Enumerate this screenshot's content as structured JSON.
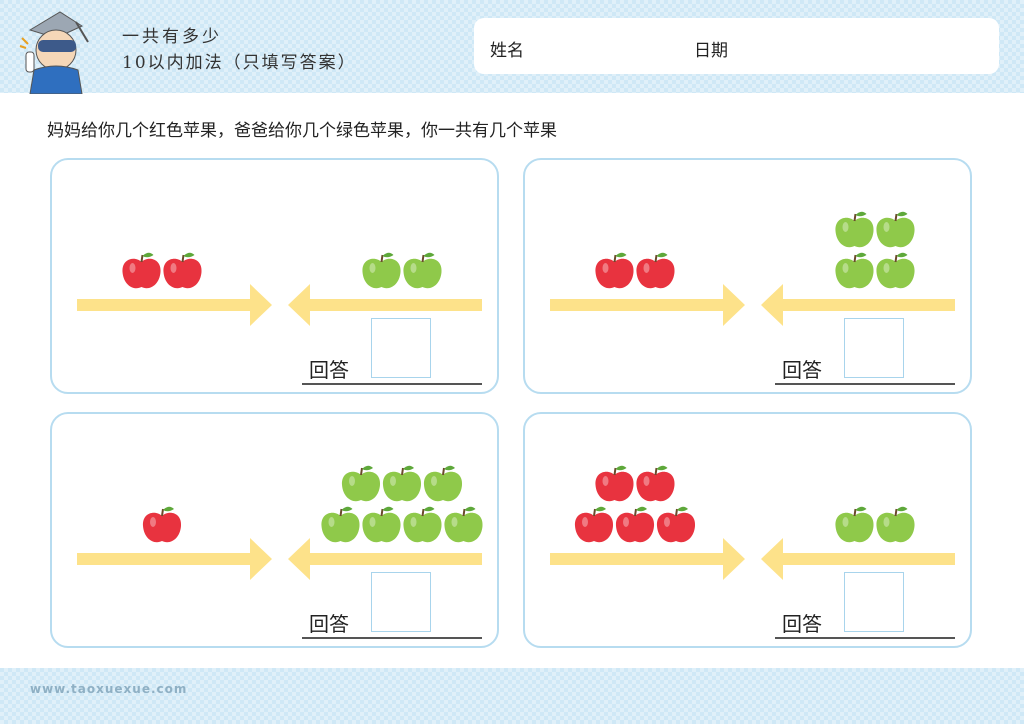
{
  "header": {
    "title_line1": "一共有多少",
    "title_line2": "10以内加法（只填写答案）",
    "name_label": "姓名",
    "date_label": "日期"
  },
  "instruction": "妈妈给你几个红色苹果，爸爸给你几个绿色苹果，你一共有几个苹果",
  "colors": {
    "red_apple": "#e8333f",
    "green_apple": "#8fc94a",
    "arrow": "#fde28a",
    "panel_border": "#b7dcf0",
    "header_bg": "#cfe8f6"
  },
  "problems": [
    {
      "red": 2,
      "green": 2,
      "answer_label": "回答"
    },
    {
      "red": 2,
      "green": 4,
      "answer_label": "回答"
    },
    {
      "red": 1,
      "green": 7,
      "answer_label": "回答"
    },
    {
      "red": 5,
      "green": 2,
      "answer_label": "回答"
    }
  ],
  "footer": {
    "url": "www.taoxuexue.com"
  }
}
